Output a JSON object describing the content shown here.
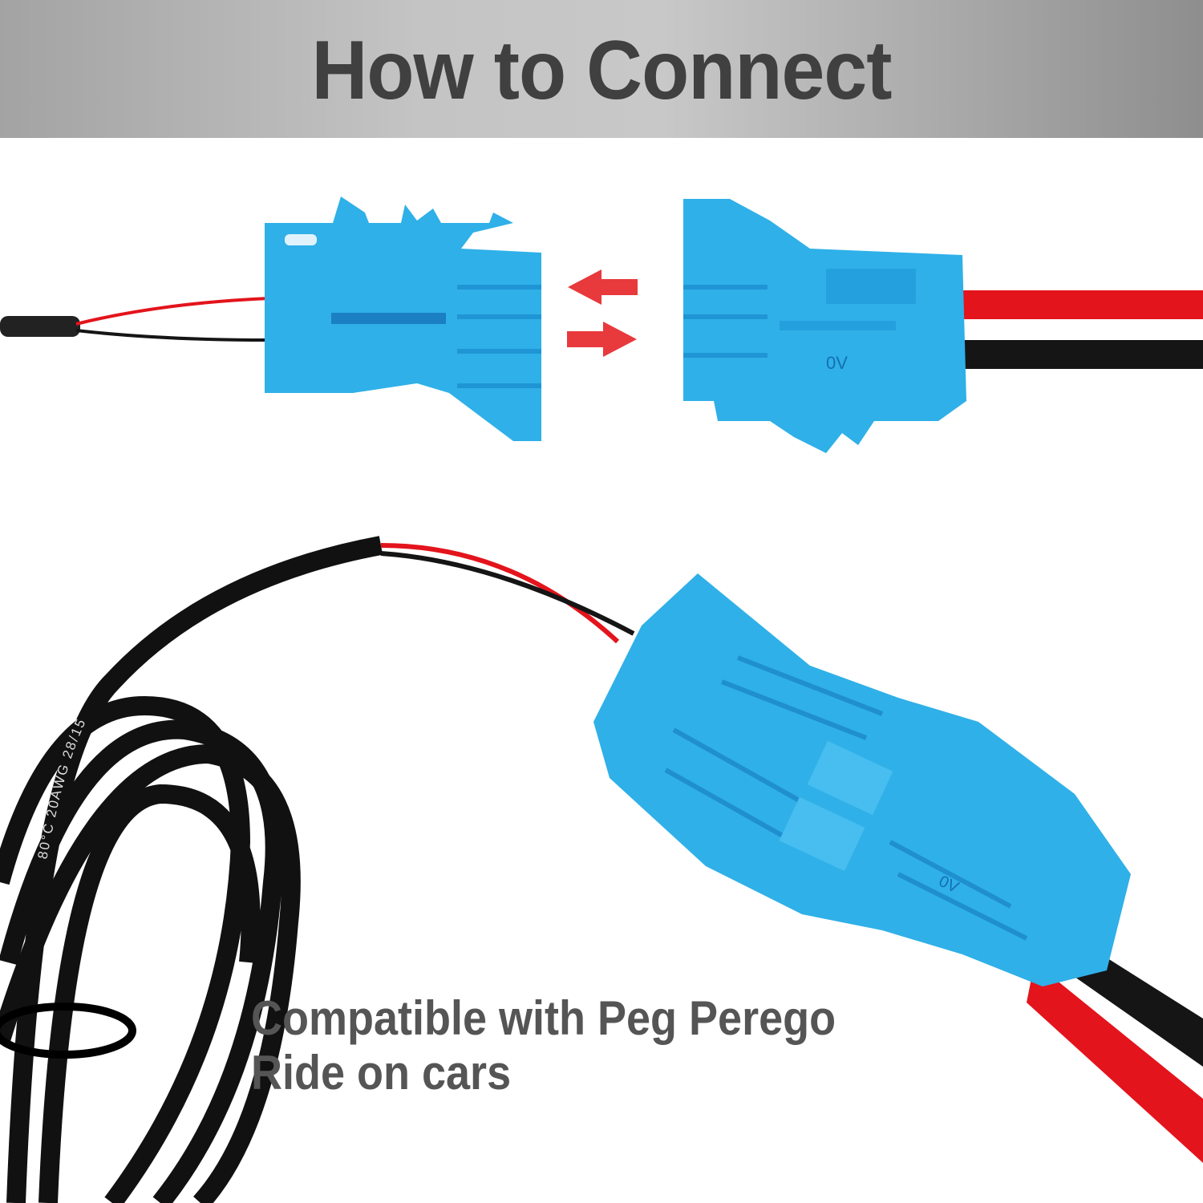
{
  "header": {
    "title": "How to Connect"
  },
  "connector_marking": "0V",
  "cable_print": "80°C   20AWG   28/15",
  "caption": {
    "line1": "Compatible with Peg Perego",
    "line2": "Ride on cars"
  },
  "colors": {
    "connector_blue": "#2fb0e8",
    "wire_red": "#e3141c",
    "wire_black": "#151515",
    "arrow_red": "#e8393c"
  }
}
